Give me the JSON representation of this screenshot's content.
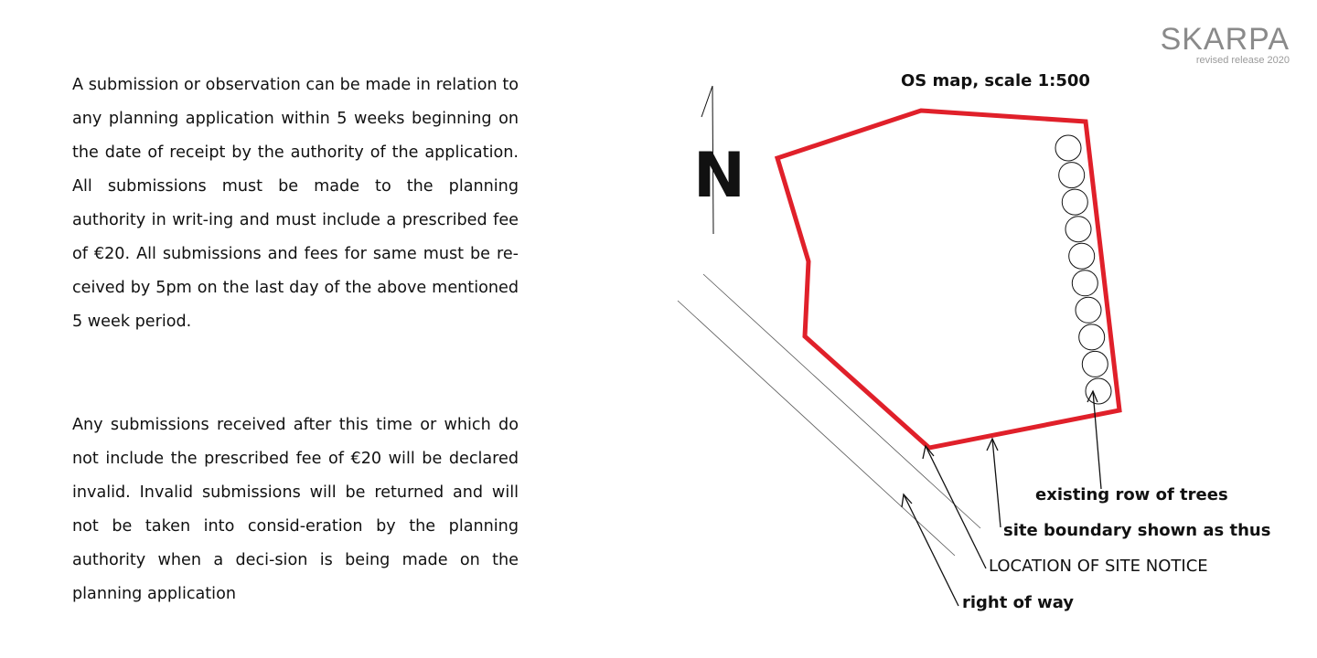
{
  "logo": {
    "brand": "SKARPA",
    "tagline": "revised release 2020"
  },
  "text": {
    "paragraph1": " A submission or observation can be made in relation to any planning application within 5 weeks beginning on the date of receipt by the authority of the application.  All submissions must be made to the planning authority in writ-ing and must include a prescribed fee of €20. All submissions and fees for same must be re-ceived by 5pm on the last day of the above mentioned 5 week period.",
    "paragraph2": "Any submissions received after this time or which do not include the prescribed fee of €20 will be declared invalid. Invalid submissions will be returned and will not be taken into consid-eration by the planning authority when a deci-sion is being made on the planning application"
  },
  "map": {
    "title": "OS map, scale 1:500",
    "north_label": "N",
    "boundary_color": "#e0202a",
    "tree_count": 10,
    "labels": {
      "trees": "existing row of trees",
      "boundary": "site boundary shown as thus",
      "notice": "LOCATION OF SITE NOTICE",
      "right_of_way": "right of way"
    }
  }
}
